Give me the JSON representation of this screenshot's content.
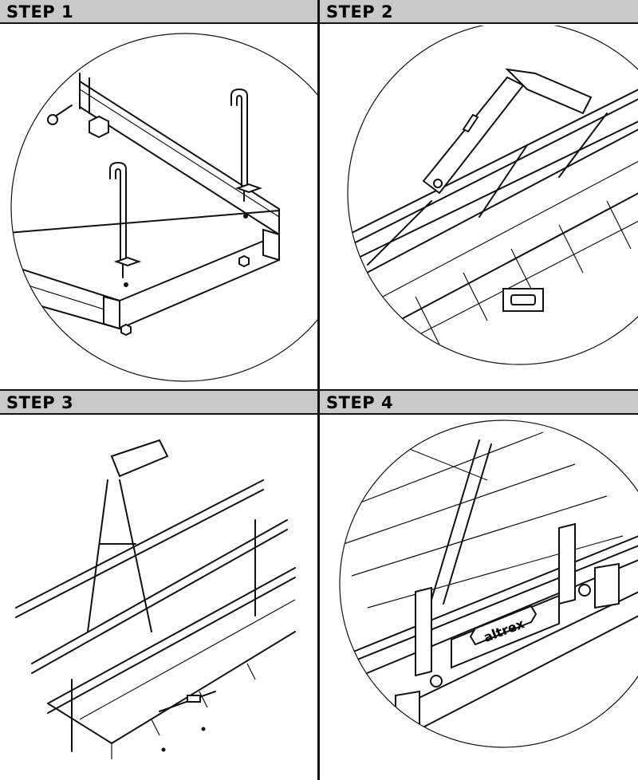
{
  "steps": [
    {
      "label": "STEP 1"
    },
    {
      "label": "STEP 2"
    },
    {
      "label": "STEP 3"
    },
    {
      "label": "STEP 4"
    }
  ],
  "brand": {
    "logo_text": "altrex"
  }
}
